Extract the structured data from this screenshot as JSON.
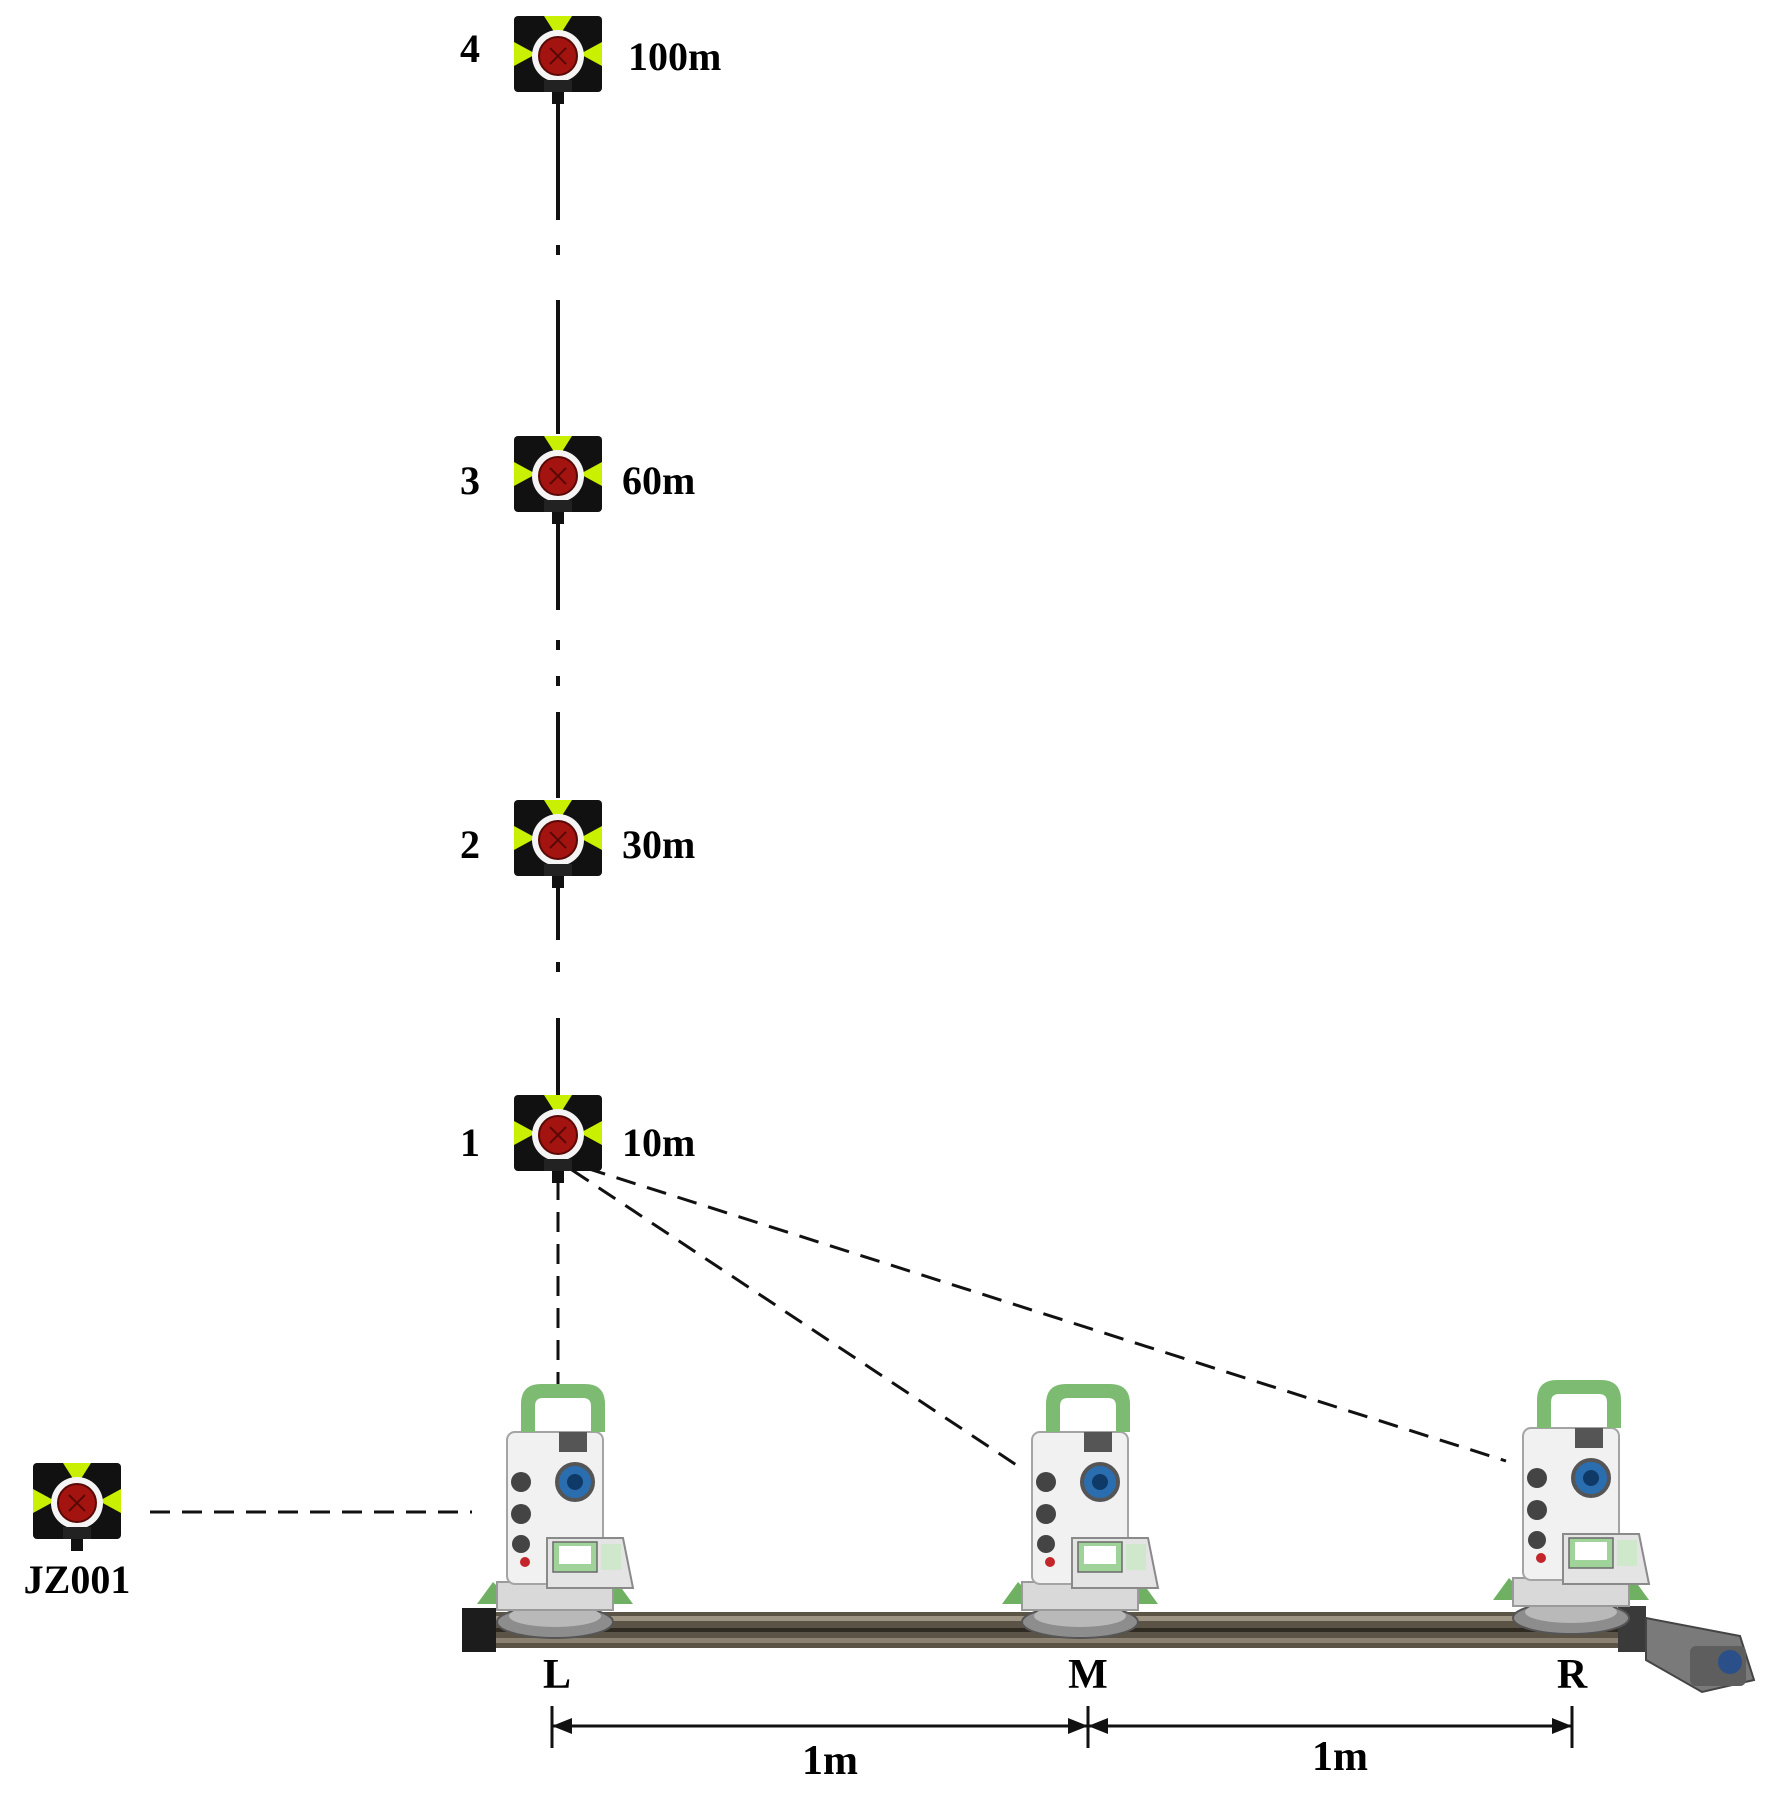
{
  "prisms": [
    {
      "number": "4",
      "distance": "100m"
    },
    {
      "number": "3",
      "distance": "60m"
    },
    {
      "number": "2",
      "distance": "30m"
    },
    {
      "number": "1",
      "distance": "10m"
    }
  ],
  "reference_prism": {
    "label": "JZ001"
  },
  "stations": [
    {
      "label": "L"
    },
    {
      "label": "M"
    },
    {
      "label": "R"
    }
  ],
  "spacing": [
    {
      "label": "1m"
    },
    {
      "label": "1m"
    }
  ],
  "colors": {
    "prism_frame": "#111111",
    "prism_marker": "#c8f000",
    "prism_glass": "#a3130f",
    "instrument_body": "#eeeeee",
    "instrument_accent": "#7dbb73",
    "instrument_lens": "#2a6eb0",
    "rail": "#5a5346"
  }
}
